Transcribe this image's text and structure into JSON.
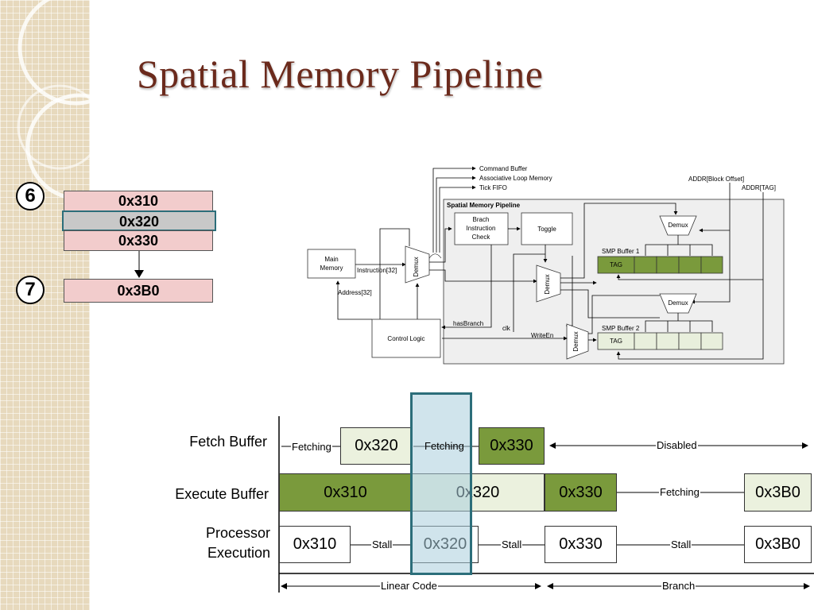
{
  "slide": {
    "title": "Spatial Memory Pipeline"
  },
  "stack": {
    "marker_6": "6",
    "marker_7": "7",
    "items": [
      "0x310",
      "0x320",
      "0x330"
    ],
    "target": "0x3B0"
  },
  "diagram": {
    "outputs": [
      "Command Buffer",
      "Associative Loop Memory",
      "Tick FIFO"
    ],
    "addr_block_offset": "ADDR[Block Offset]",
    "addr_tag": "ADDR[TAG]",
    "pipeline_title": "Spatial Memory Pipeline",
    "main_memory": [
      "Main",
      "Memory"
    ],
    "instruction": "Instruction[32]",
    "address": "Address[32]",
    "demux": "Demux",
    "branch_check": [
      "Brach",
      "Instruction",
      "Check"
    ],
    "toggle": "Toggle",
    "smp_buffer_1": "SMP Buffer 1",
    "smp_buffer_2": "SMP Buffer 2",
    "tag": "TAG",
    "has_branch": "hasBranch",
    "clk": "clk",
    "write_en": "WriteEn",
    "control_logic": "Control Logic",
    "colors": {
      "tag_fill": "#7a9a3c",
      "cell_fill": "#e8efdc"
    }
  },
  "timeline": {
    "rows": [
      "Fetch Buffer",
      "Execute Buffer",
      "Processor",
      "Execution"
    ],
    "fetch": {
      "fetching_1": "Fetching",
      "box_1": "0x320",
      "fetching_2": "Fetching",
      "box_2": "0x330",
      "disabled": "Disabled"
    },
    "execute": {
      "box_1": "0x310",
      "box_2": "0x320",
      "box_3": "0x330",
      "fetching": "Fetching",
      "box_4": "0x3B0"
    },
    "processor": {
      "box_1": "0x310",
      "stall_1": "Stall",
      "box_2": "0x320",
      "stall_2": "Stall",
      "box_3": "0x330",
      "stall_3": "Stall",
      "box_4": "0x3B0"
    },
    "linear_code": "Linear Code",
    "branch": "Branch",
    "colors": {
      "green": "#7a9a3c",
      "light": "#ebf1de",
      "highlight": "#c7dfe9",
      "highlight_border": "#2c6e7a"
    }
  }
}
